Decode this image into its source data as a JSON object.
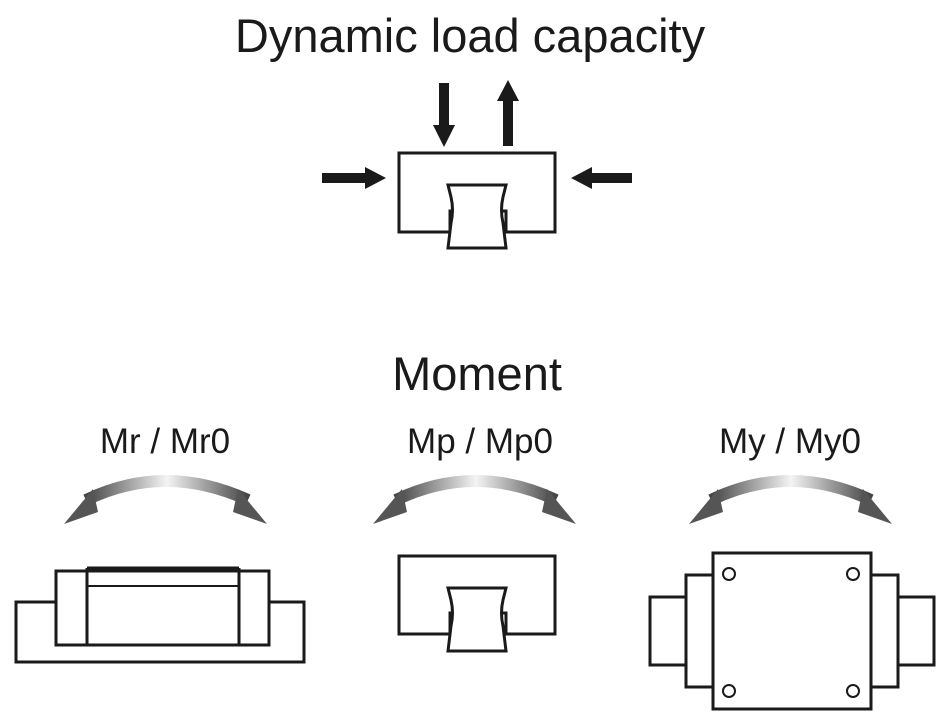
{
  "heading_dynamic": "Dynamic load capacity",
  "heading_moment": "Moment",
  "moments": [
    {
      "label": "Mr / Mr0"
    },
    {
      "label": "Mp / Mp0"
    },
    {
      "label": "My / My0"
    }
  ],
  "colors": {
    "stroke": "#1a1a1a",
    "fill": "#ffffff",
    "arc_light": "#f2f2f2",
    "arc_dark": "#555555"
  }
}
